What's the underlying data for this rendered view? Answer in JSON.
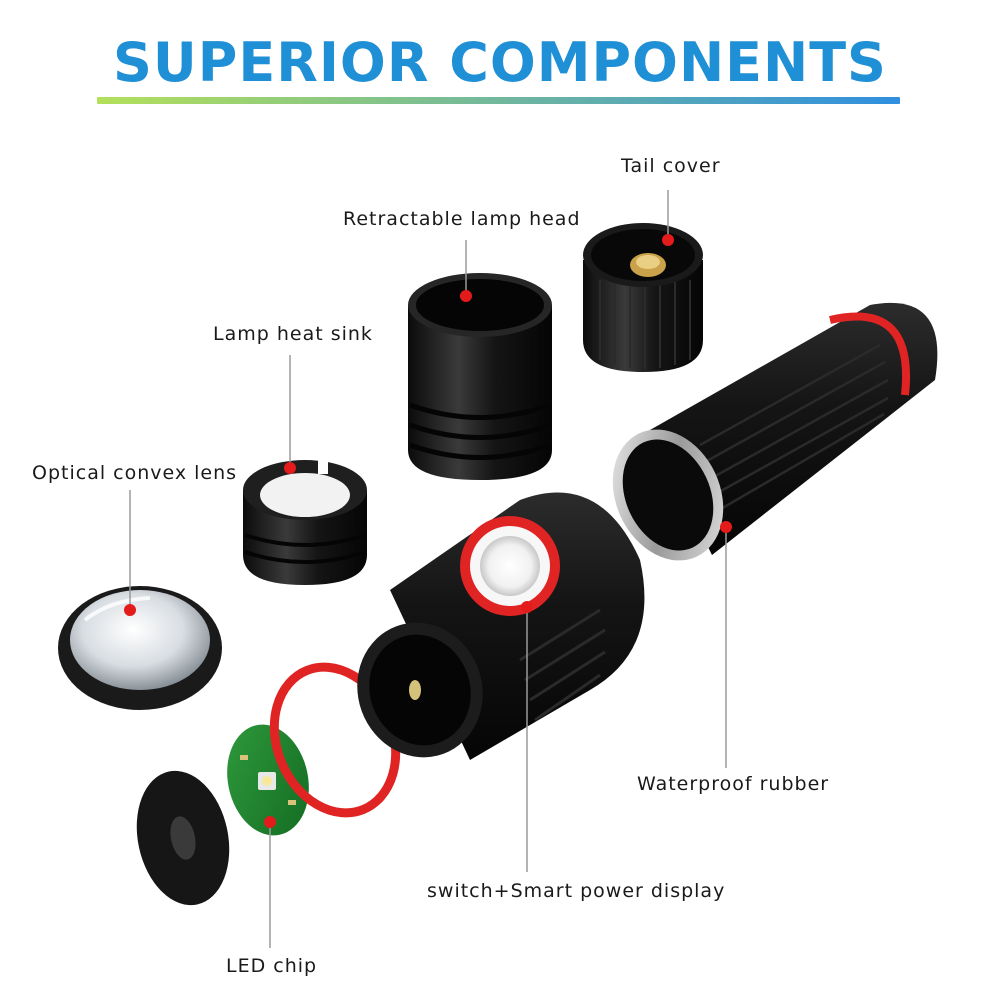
{
  "title": "SUPERIOR COMPONENTS",
  "colors": {
    "title": "#1f8fd6",
    "underline_start": "#b3e05a",
    "underline_end": "#2f8fe0",
    "marker": "#e31b1b",
    "accent_ring": "#e02424",
    "leader_line": "#9a9a9a",
    "label_text": "#1a1a1a"
  },
  "labels": {
    "tail_cover": "Tail cover",
    "retractable_lamp_head": "Retractable lamp head",
    "lamp_heat_sink": "Lamp heat sink",
    "optical_convex_lens": "Optical convex lens",
    "waterproof_rubber": "Waterproof rubber",
    "switch_power_display": "switch+Smart power display",
    "led_chip": "LED chip"
  }
}
